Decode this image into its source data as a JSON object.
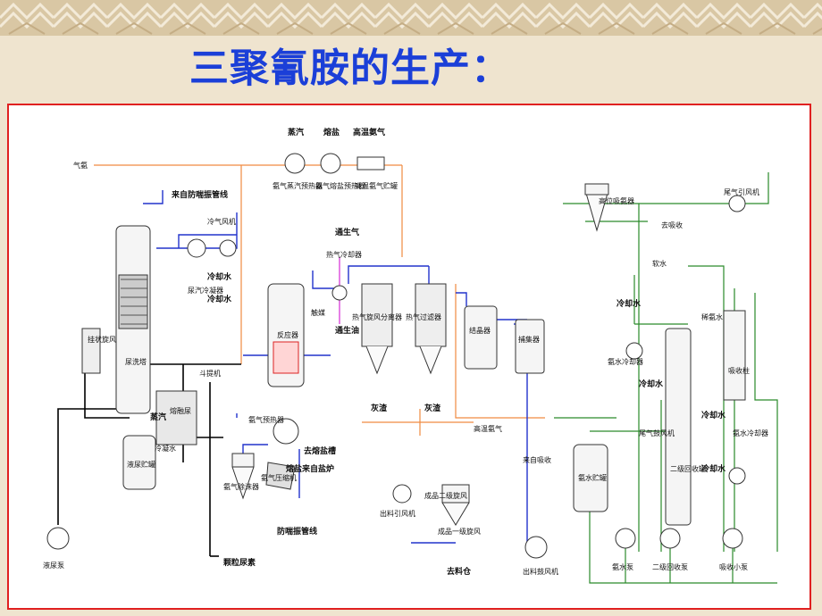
{
  "slide": {
    "title": "三聚氰胺的生产：",
    "border_color": "#e02020",
    "title_color": "#1b3fd8"
  },
  "labels": {
    "qi_an": "气氨",
    "zhengqi": "蒸汽",
    "rongyan": "熔盐",
    "gaowen_anqi": "高温氨气",
    "an_zhengqi_yure": "氨气蒸汽预热器",
    "an_rongyan_yure": "氨气熔盐预热器",
    "gaowen_anqi_chuguan": "高温氨气贮罐",
    "lai_fangbao": "来自防喘振管线",
    "lengqi_fengji": "冷气风机",
    "lengque_shui_1": "冷却水",
    "niaoqi_lengning": "尿汽冷凝器",
    "lengque_shui_2": "冷却水",
    "guazhuang_xuanfeng": "挂状旋风",
    "nieshi_ta": "尿洗塔",
    "zhengqi_2": "蒸汽",
    "rongyan_guan": "熔融尿",
    "lengning_shui": "冷凝水",
    "niaoye_chuguan": "液尿贮罐",
    "niaoye_beng": "液尿泵",
    "dou_tiji": "斗提机",
    "keli_niaosu": "颗粒尿素",
    "anqi_chuchen": "氨气除沫器",
    "anqi_yasuo": "氨气压缩机",
    "fanyingqi": "反应器",
    "chumei": "触媒",
    "anqi_yure": "氨气预热器",
    "qu_rongyan": "去熔盐槽",
    "lai_rongyan": "熔盐来自盐炉",
    "fangbao_guanxian": "防喘振管线",
    "tong_shengqi": "通生气",
    "reqi_lengque": "热气冷却器",
    "tong_shengyou": "通生油",
    "reqi_xuanfeng": "热气旋风分离器",
    "reqi_guolv": "热气过滤器",
    "huizha_1": "灰渣",
    "huizha_2": "灰渣",
    "jiejing": "结晶器",
    "buji": "捕集器",
    "gaowen_anqi_2": "高温氨气",
    "gaowei_xishou": "高位吸氨器",
    "qu_xishou": "去吸收",
    "ruanshui": "软水",
    "lengque_shui_3": "冷却水",
    "anshui_lengque": "氨水冷却器",
    "lengque_shui_4": "冷却水",
    "xi_anshui": "稀氨水",
    "weiqi_yinfeng": "尾气引风机",
    "xishouzhu": "吸收柱",
    "anshui_lengque_2": "氨水冷却器",
    "lengque_shui_5": "冷却水",
    "lengque_shui_6": "冷却水",
    "erji_huishou": "二级回收罐",
    "weiqi_gufeng": "尾气鼓风机",
    "lai_zi_xishou": "来自吸收",
    "anshui_chuguan": "氨水贮罐",
    "anshui_beng": "氨水泵",
    "erji_huishou_beng": "二级回收泵",
    "xishou_xiaobeng": "吸收小泵",
    "chuliao_yinfeng": "出料引风机",
    "chengpin_erji": "成品二级旋风",
    "chengpin_yiji": "成品一级旋风",
    "qu_liaocang": "去料仓",
    "chuliao_gufeng": "出料鼓风机"
  }
}
